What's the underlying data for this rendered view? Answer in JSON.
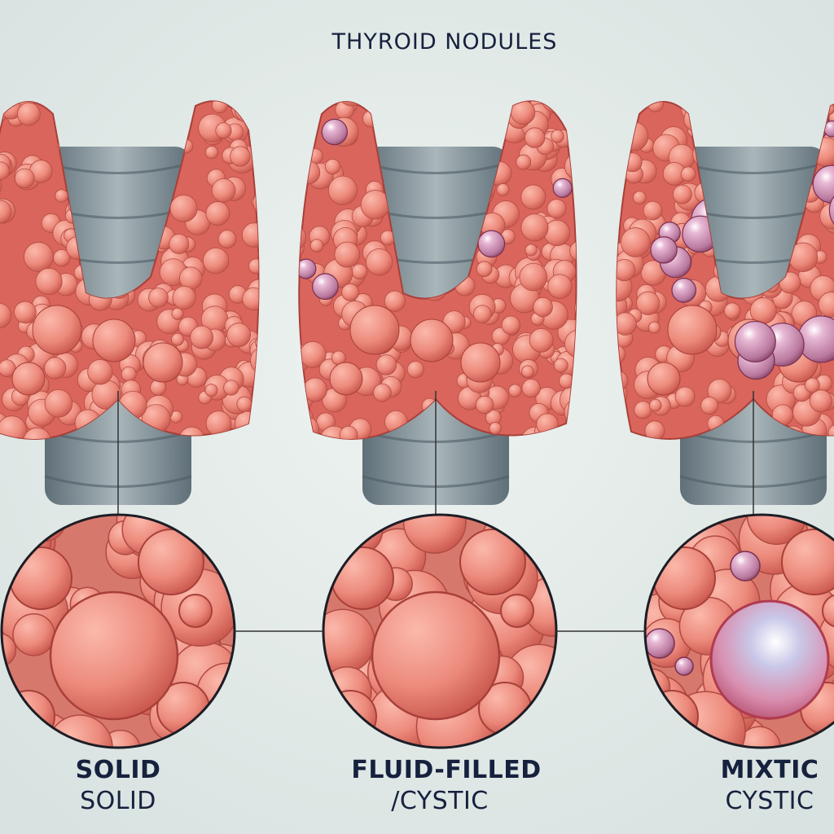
{
  "title": "THYROID NODULES",
  "panels": [
    {
      "label_line1": "SOLID",
      "label_line2": "SOLID",
      "type": "solid"
    },
    {
      "label_line1": "FLUID-FILLED",
      "label_line2": "/CYSTIC",
      "type": "cystic"
    },
    {
      "label_line1": "MIXTIC",
      "label_line2": "CYSTIC",
      "type": "mixed"
    }
  ],
  "colors": {
    "tissue": "#e8776c",
    "nodule": "#f0978a",
    "cyst": "#c98aa8",
    "trachea": "#8b9aa0",
    "text": "#16213e",
    "background": "#e4ecea"
  }
}
